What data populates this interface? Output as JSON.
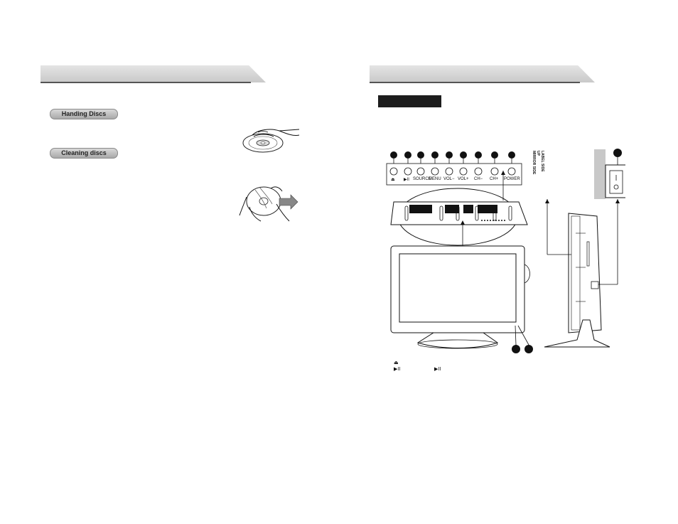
{
  "left_page": {
    "pills": {
      "handling": "Handing Discs",
      "cleaning": "Cleaning discs"
    }
  },
  "right_page": {
    "panel_buttons": [
      "⏏",
      "▶II",
      "SOURCE",
      "MENU",
      "VOL−",
      "VOL+",
      "CH−",
      "CH+",
      "POWER"
    ],
    "side_label_lines": [
      "LABEL SIDE",
      "UP",
      "MIRROR SIDE"
    ],
    "legend_lines": [
      "⏏",
      "▶II",
      "▶II"
    ]
  }
}
